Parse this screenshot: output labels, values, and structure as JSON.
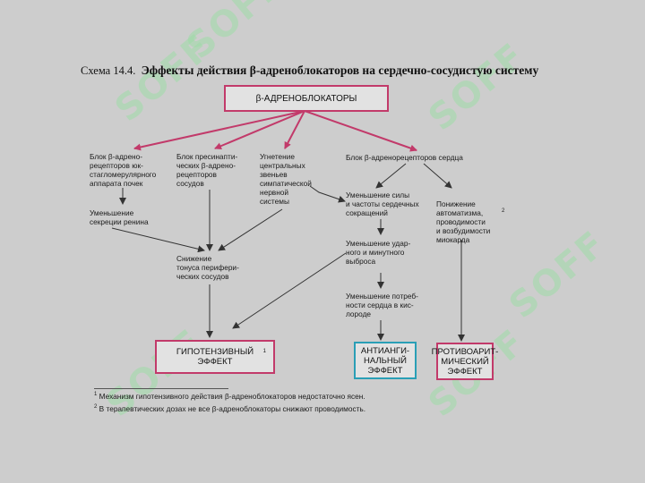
{
  "diagram": {
    "title_prefix": "Схема 14.4.",
    "title_main": "Эффекты действия β-адреноблокаторов на сердечно-сосудистую систему",
    "watermark": "SOFF",
    "root": "β-АДРЕНОБЛОКАТОРЫ",
    "nodes": {
      "block_jg": "Блок β-адрено-\nрецепторов юк-\nстагломерулярного\nаппарата почек",
      "renin": "Уменьшение\nсекреции ренина",
      "block_presyn": "Блок пресинапти-\nческих β-адрено-\nрецепторов\nсосудов",
      "cns": "Угнетение\nцентральных\nзвеньев\nсимпатической\nнервной\nсистемы",
      "block_heart": "Блок β-адренорецепторов сердца",
      "force": "Уменьшение силы\nи частоты сердечных\nсокращений",
      "automatism": "Понижение\nавтоматизма,\nпроводимости\nи возбудимости\nмиокарда",
      "automatism_sup": "2",
      "tone": "Снижение\nтонуса перифери-\nческих сосудов",
      "stroke": "Уменьшение удар-\nного и минутного\nвыброса",
      "oxygen": "Уменьшение потреб-\nности сердца в кис-\nлороде"
    },
    "effects": {
      "hypotensive": "ГИПОТЕНЗИВНЫЙ\nЭФФЕКТ",
      "hypotensive_sup": "1",
      "antianginal": "АНТИАНГИ-\nНАЛЬНЫЙ\nЭФФЕКТ",
      "antiarrhythmic": "ПРОТИВОАРИТ-\nМИЧЕСКИЙ\nЭФФЕКТ"
    },
    "footnotes": [
      {
        "mark": "1",
        "text": "Механизм гипотензивного действия β-адреноблокаторов недостаточно ясен."
      },
      {
        "mark": "2",
        "text": "В терапевтических дозах не все β-адреноблокаторы снижают проводимость."
      }
    ],
    "colors": {
      "background": "#cdcdcd",
      "root_arrows": "#c23a6a",
      "box_border": "#c23a6a",
      "antianginal_border": "#2a9fb6",
      "watermark": "#9fdca7"
    }
  }
}
